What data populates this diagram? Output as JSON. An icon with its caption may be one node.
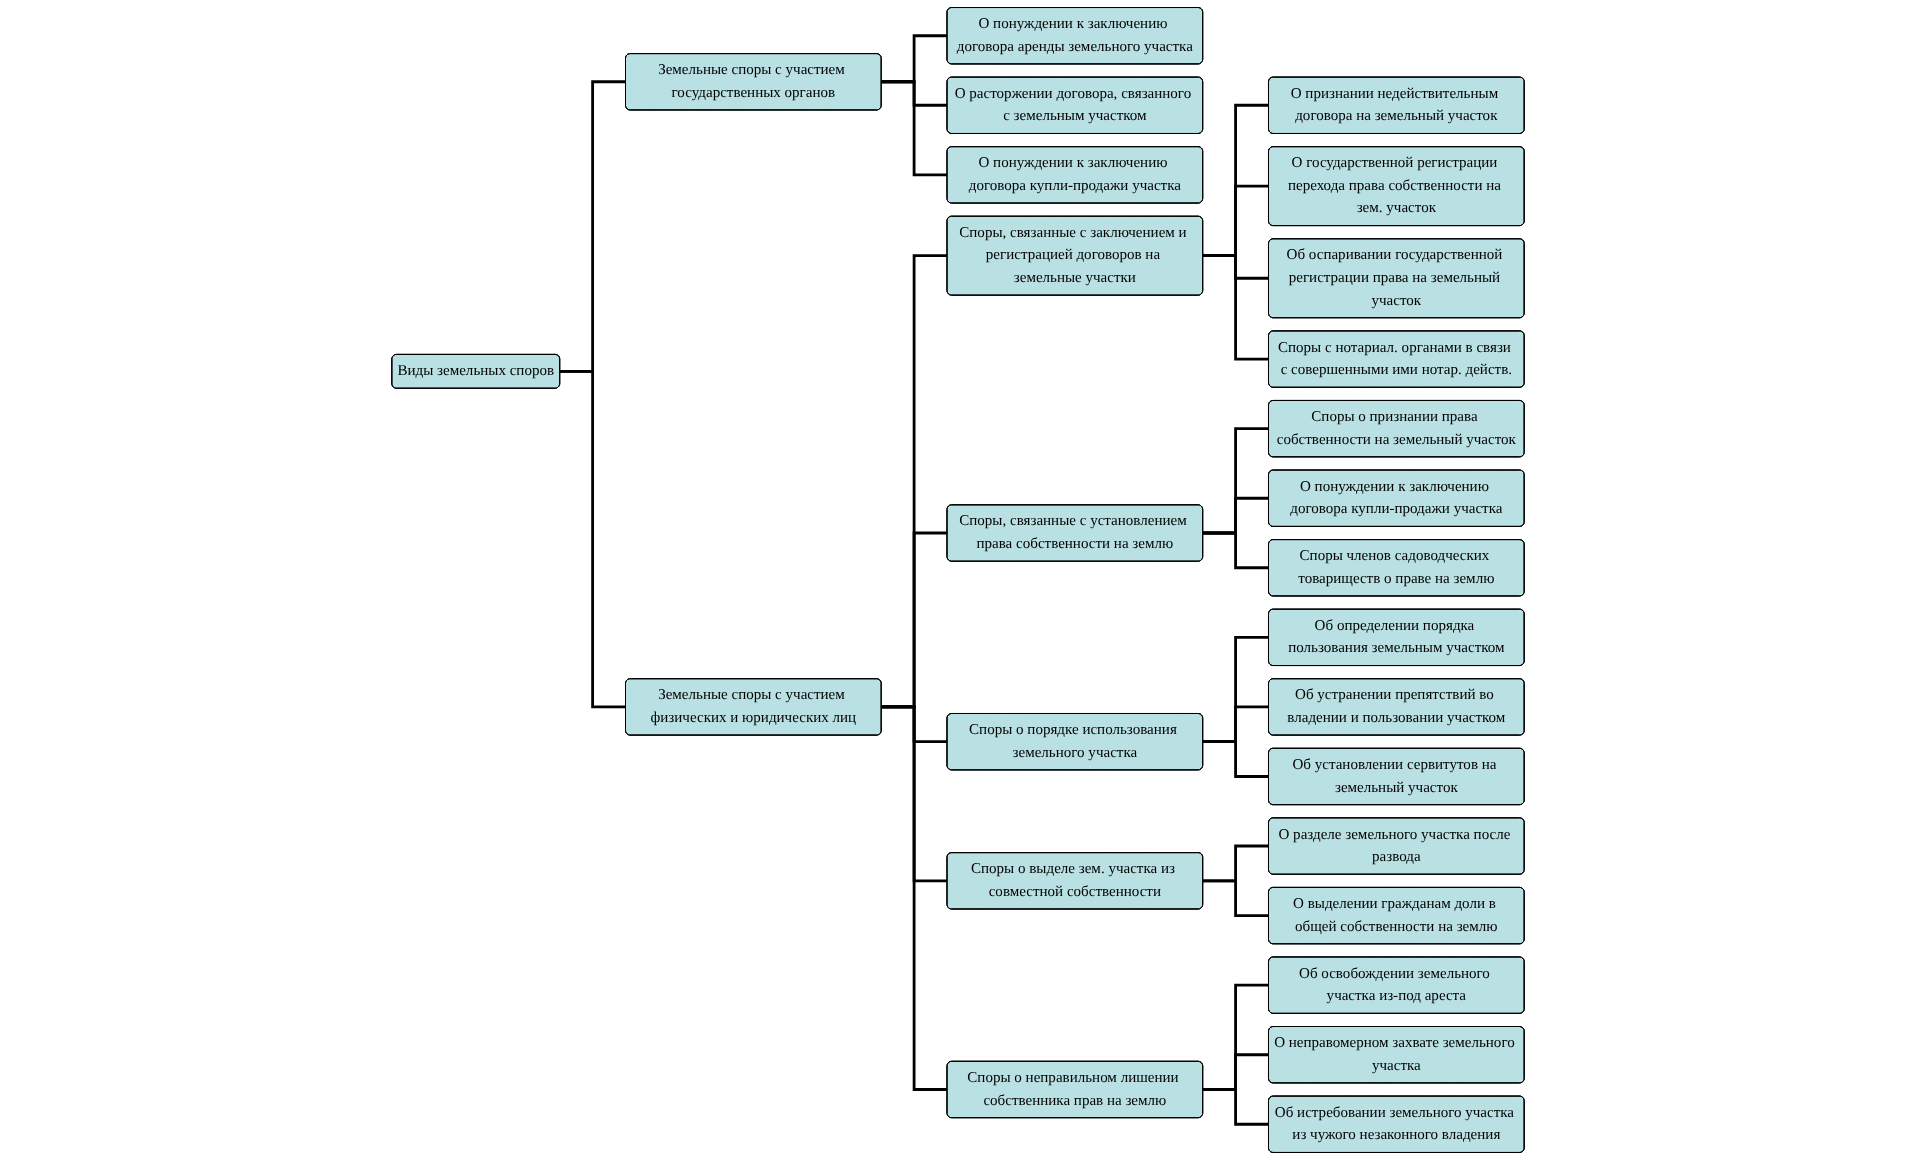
{
  "diagram": {
    "nodes": [
      {
        "text": [
          "Виды земельных споров"
        ]
      },
      {
        "text": [
          "Земельные споры с участием государственных органов"
        ]
      },
      {
        "text": [
          "Земельные споры с участием физических и юридических лиц"
        ]
      },
      {
        "text": [
          "О понуждении к заключению договора аренды земельного участка"
        ]
      },
      {
        "text": [
          "О расторжении договора, связанного с земельным участком"
        ]
      },
      {
        "text": [
          "О понуждении к заключению договора купли-продажи участка"
        ]
      },
      {
        "text": [
          "Споры, связанные с заключением и регистрацией договоров на земельные участки"
        ]
      },
      {
        "text": [
          "Споры, связанные с установлением права собственности на землю"
        ]
      },
      {
        "text": [
          "Споры о порядке использования земельного участка"
        ]
      },
      {
        "text": [
          "Споры о выделе зем. участка из совместной собственности"
        ]
      },
      {
        "text": [
          "Споры о неправильном лишении собственника прав на землю"
        ]
      },
      {
        "text": [
          "О признании недействительным договора на земельный участок"
        ]
      },
      {
        "text": [
          "О государственной регистрации перехода права собственности на зем. участок"
        ]
      },
      {
        "text": [
          "Об оспаривании государственной регистрации права на земельный участок"
        ]
      },
      {
        "text": [
          "Споры с нотариал. органами в связи с совершенными ими нотар. действ."
        ]
      },
      {
        "text": [
          "Споры о признании права собственности на земельный участок"
        ]
      },
      {
        "text": [
          "О понуждении к заключению договора купли-продажи участка"
        ]
      },
      {
        "text": [
          "Споры членов садоводческих товариществ о праве на землю"
        ]
      },
      {
        "text": [
          "Об определении порядка пользования земельным участком"
        ]
      },
      {
        "text": [
          "Об устранении препятствий во владении и пользовании участком"
        ]
      },
      {
        "text": [
          "Об установлении сервитутов на земельный участок"
        ]
      },
      {
        "text": [
          "О разделе земельного участка после развода"
        ]
      },
      {
        "text": [
          "О выделении гражданам доли в общей собственности на землю"
        ]
      },
      {
        "text": [
          "Об освобождении земельного участка из-под ареста"
        ]
      },
      {
        "text": [
          "О неправомерном захвате земельного участка"
        ]
      },
      {
        "text": [
          "Об истребовании земельного участка из чужого незаконного владения"
        ]
      }
    ],
    "edges": [
      {
        "from": 0,
        "to": 1,
        "arrow": "none"
      },
      {
        "from": 0,
        "to": 2,
        "arrow": "none"
      },
      {
        "from": 1,
        "to": 3,
        "arrow": "none"
      },
      {
        "from": 1,
        "to": 4,
        "arrow": "none"
      },
      {
        "from": 1,
        "to": 5,
        "arrow": "none"
      },
      {
        "from": 2,
        "to": 6,
        "arrow": "none"
      },
      {
        "from": 2,
        "to": 7,
        "arrow": "none"
      },
      {
        "from": 2,
        "to": 8,
        "arrow": "none"
      },
      {
        "from": 2,
        "to": 9,
        "arrow": "none"
      },
      {
        "from": 2,
        "to": 10,
        "arrow": "none"
      },
      {
        "from": 6,
        "to": 11,
        "arrow": "none"
      },
      {
        "from": 6,
        "to": 12,
        "arrow": "none"
      },
      {
        "from": 6,
        "to": 13,
        "arrow": "none"
      },
      {
        "from": 6,
        "to": 14,
        "arrow": "none"
      },
      {
        "from": 7,
        "to": 15,
        "arrow": "none"
      },
      {
        "from": 7,
        "to": 16,
        "arrow": "none"
      },
      {
        "from": 7,
        "to": 17,
        "arrow": "none"
      },
      {
        "from": 8,
        "to": 18,
        "arrow": "none"
      },
      {
        "from": 8,
        "to": 19,
        "arrow": "none"
      },
      {
        "from": 8,
        "to": 20,
        "arrow": "none"
      },
      {
        "from": 9,
        "to": 21,
        "arrow": "none"
      },
      {
        "from": 9,
        "to": 22,
        "arrow": "none"
      },
      {
        "from": 10,
        "to": 23,
        "arrow": "none"
      },
      {
        "from": 10,
        "to": 24,
        "arrow": "none"
      },
      {
        "from": 10,
        "to": 25,
        "arrow": "none"
      }
    ]
  }
}
